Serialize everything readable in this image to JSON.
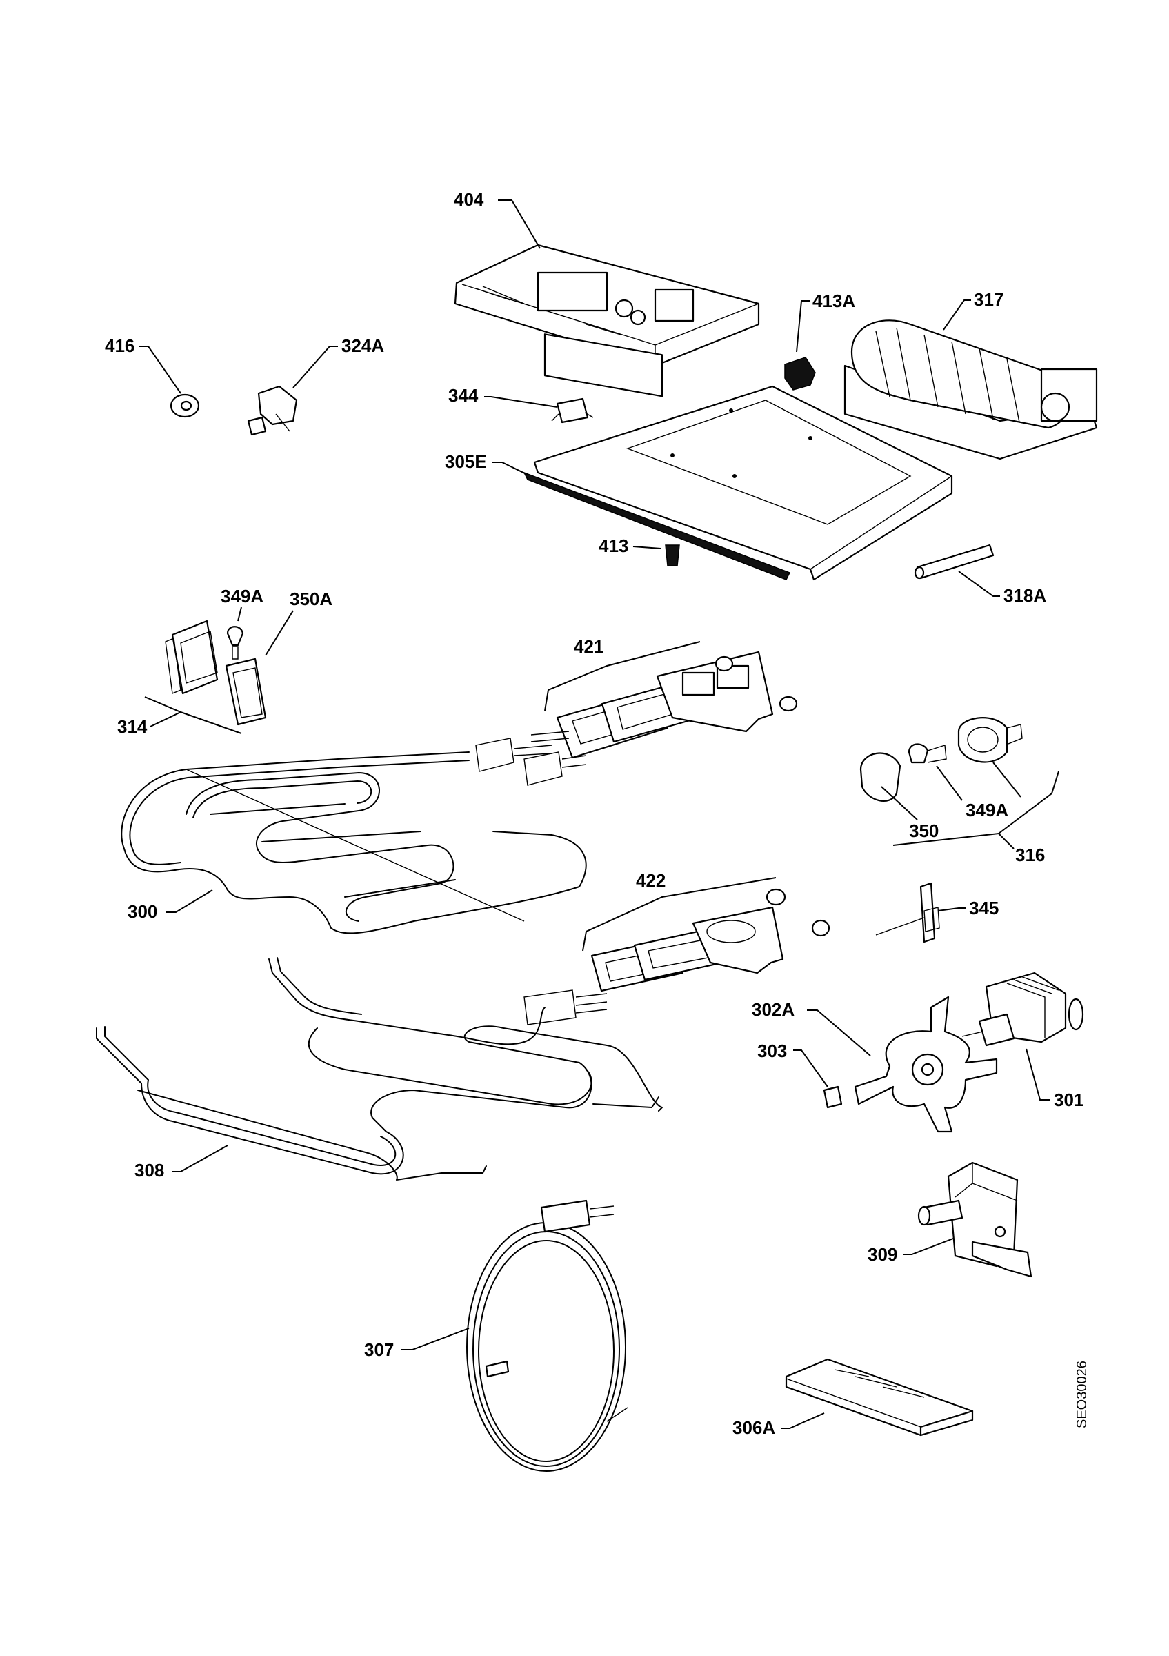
{
  "labels": {
    "l404": "404",
    "l413A": "413A",
    "l317": "317",
    "l416": "416",
    "l324A": "324A",
    "l344": "344",
    "l305E": "305E",
    "l413": "413",
    "l318A": "318A",
    "l349A_top": "349A",
    "l350A": "350A",
    "l421": "421",
    "l314": "314",
    "l350": "350",
    "l349A_right": "349A",
    "l316": "316",
    "l300": "300",
    "l422": "422",
    "l345": "345",
    "l302A": "302A",
    "l303": "303",
    "l301": "301",
    "l308": "308",
    "l309": "309",
    "l307": "307",
    "l306A": "306A"
  },
  "drawing_code": "SEO30026"
}
